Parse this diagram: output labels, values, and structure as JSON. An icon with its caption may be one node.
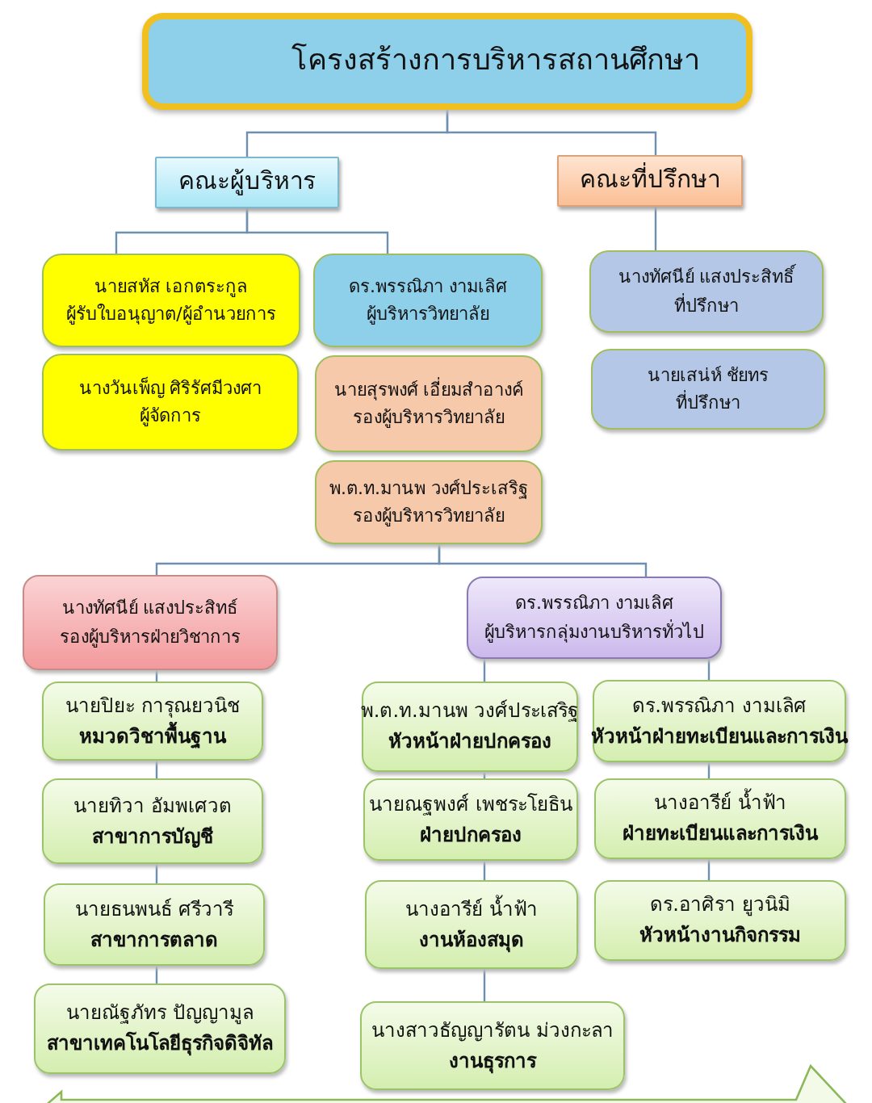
{
  "diagram": {
    "nodes": [
      {
        "text": [
          "โครงสร้างการบริหารสถานศึกษา"
        ]
      },
      {
        "text": [
          "คณะผู้บริหาร"
        ]
      },
      {
        "text": [
          "คณะที่ปรึกษา"
        ]
      },
      {
        "text": [
          "นายสหัส เอกตระกูล",
          "ผู้รับใบอนุญาต/ผู้อำนวยการ"
        ]
      },
      {
        "text": [
          "นางวันเพ็ญ ศิริรัศมีวงศา",
          "ผู้จัดการ"
        ]
      },
      {
        "text": [
          "ดร.พรรณิภา งามเลิศ",
          "ผู้บริหารวิทยาลัย"
        ]
      },
      {
        "text": [
          "นายสุรพงศ์ เอี่ยมสำอางค์",
          "รองผู้บริหารวิทยาลัย"
        ]
      },
      {
        "text": [
          "พ.ต.ท.มานพ วงศ์ประเสริฐ",
          "รองผู้บริหารวิทยาลัย"
        ]
      },
      {
        "text": [
          "นางทัศนีย์ แสงประสิทธิ์",
          "ที่ปรึกษา"
        ]
      },
      {
        "text": [
          "นายเสน่ห์ ชัยทร",
          "ที่ปรึกษา"
        ]
      },
      {
        "text": [
          "นางทัศนีย์ แสงประสิทธ์",
          "รองผู้บริหารฝ่ายวิชาการ"
        ]
      },
      {
        "text": [
          "ดร.พรรณิภา งามเลิศ",
          "ผู้บริหารกลุ่มงานบริหารทั่วไป"
        ]
      },
      {
        "text": [
          "นายปิยะ การุณยวนิช",
          "หมวดวิชาพื้นฐาน"
        ]
      },
      {
        "text": [
          "นายทิวา อัมพเศวต",
          "สาขาการบัญชี"
        ]
      },
      {
        "text": [
          "นายธนพนธ์ ศรีวารี",
          "สาขาการตลาด"
        ]
      },
      {
        "text": [
          "นายณัฐภัทร ปัญญามูล",
          "สาขาเทคโนโลยีธุรกิจดิจิทัล"
        ]
      },
      {
        "text": [
          "พ.ต.ท.มานพ วงศ์ประเสริฐ",
          "หัวหน้าฝ่ายปกครอง"
        ]
      },
      {
        "text": [
          "นายณฐพงศ์ เพชระโยธิน",
          "ฝ่ายปกครอง"
        ]
      },
      {
        "text": [
          "นางอารีย์ น้ำฟ้า",
          "งานห้องสมุด"
        ]
      },
      {
        "text": [
          "นางสาวธัญญารัตน ม่วงกะลา",
          "งานธุรการ"
        ]
      },
      {
        "text": [
          "ดร.พรรณิภา งามเลิศ",
          "หัวหน้าฝ่ายทะเบียนและการเงิน"
        ]
      },
      {
        "text": [
          "นางอารีย์ น้ำฟ้า",
          "ฝ่ายทะเบียนและการเงิน"
        ]
      },
      {
        "text": [
          "ดร.อาศิรา ยูวนิมิ",
          "หัวหน้างานกิจกรรม"
        ]
      }
    ],
    "edges": [
      {
        "from": 0,
        "to": 1,
        "arrow": "none"
      },
      {
        "from": 0,
        "to": 2,
        "arrow": "none"
      },
      {
        "from": 1,
        "to": 3,
        "arrow": "none"
      },
      {
        "from": 1,
        "to": 5,
        "arrow": "none"
      },
      {
        "from": 2,
        "to": 8,
        "arrow": "none"
      },
      {
        "from": 7,
        "to": 10,
        "arrow": "none"
      },
      {
        "from": 7,
        "to": 11,
        "arrow": "none"
      },
      {
        "from": 10,
        "to": 12,
        "arrow": "none"
      },
      {
        "from": 12,
        "to": 13,
        "arrow": "none"
      },
      {
        "from": 13,
        "to": 14,
        "arrow": "none"
      },
      {
        "from": 14,
        "to": 15,
        "arrow": "none"
      },
      {
        "from": 11,
        "to": 16,
        "arrow": "none"
      },
      {
        "from": 16,
        "to": 17,
        "arrow": "none"
      },
      {
        "from": 17,
        "to": 18,
        "arrow": "none"
      },
      {
        "from": 18,
        "to": 19,
        "arrow": "none"
      },
      {
        "from": 11,
        "to": 20,
        "arrow": "none"
      },
      {
        "from": 20,
        "to": 21,
        "arrow": "none"
      },
      {
        "from": 21,
        "to": 22,
        "arrow": "none"
      }
    ]
  }
}
